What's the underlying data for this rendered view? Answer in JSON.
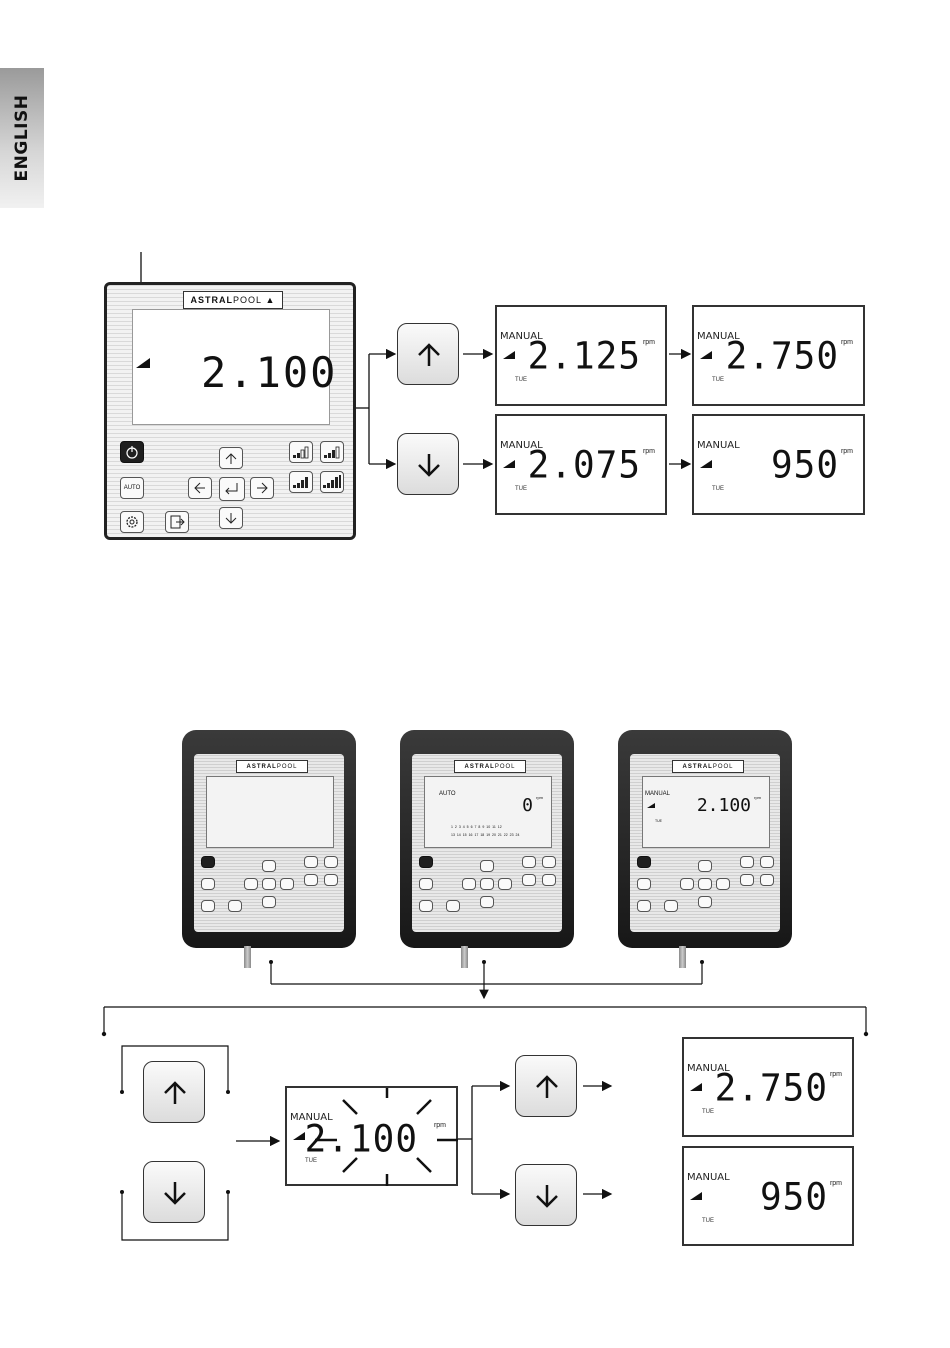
{
  "sidebar": {
    "language": "ENGLISH"
  },
  "brand": {
    "name_bold": "ASTRAL",
    "name_light": "POOL"
  },
  "controller": {
    "display_value": "2.100",
    "auto_label": "AUTO"
  },
  "top_flow": {
    "up_screens": [
      {
        "mode": "MANUAL",
        "value": "2.125",
        "unit": "rpm",
        "day": "TUE"
      },
      {
        "mode": "MANUAL",
        "value": "2.750",
        "unit": "rpm",
        "day": "TUE"
      }
    ],
    "down_screens": [
      {
        "mode": "MANUAL",
        "value": "2.075",
        "unit": "rpm",
        "day": "TUE"
      },
      {
        "mode": "MANUAL",
        "value": "950",
        "unit": "rpm",
        "day": "TUE"
      }
    ]
  },
  "devices": [
    {
      "mode": "",
      "value": "",
      "unit": "",
      "day": ""
    },
    {
      "mode": "AUTO",
      "value": "0",
      "unit": "rpm",
      "day": "",
      "hours_row1": "1 2 3 4 5 6 7 8 9 10 11 12",
      "hours_row2": "13 14 15 16 17 18 19 20 21 22 23 24"
    },
    {
      "mode": "MANUAL",
      "value": "2.100",
      "unit": "rpm",
      "day": "TUE"
    }
  ],
  "bottom_flow": {
    "flashing_screen": {
      "mode": "MANUAL",
      "value": "2.100",
      "unit": "rpm",
      "day": "TUE"
    },
    "result_up": {
      "mode": "MANUAL",
      "value": "2.750",
      "unit": "rpm",
      "day": "TUE"
    },
    "result_down": {
      "mode": "MANUAL",
      "value": "950",
      "unit": "rpm",
      "day": "TUE"
    }
  }
}
